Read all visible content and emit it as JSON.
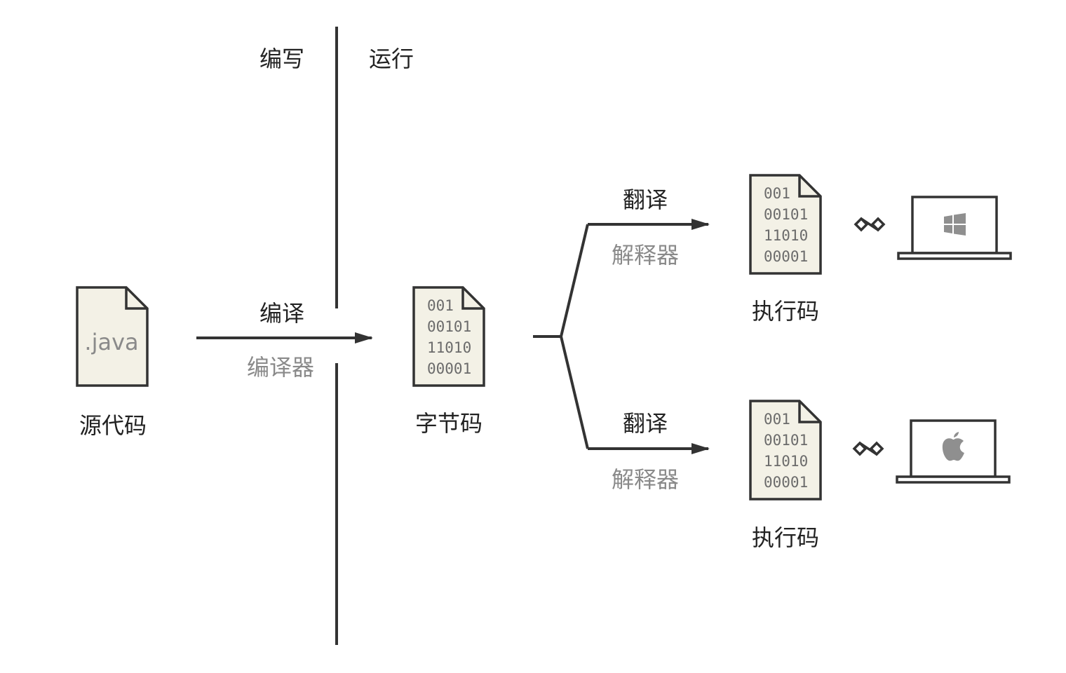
{
  "phases": {
    "write": "编写",
    "run": "运行"
  },
  "source": {
    "file_ext": ".java",
    "label": "源代码"
  },
  "compile": {
    "action": "编译",
    "tool": "编译器"
  },
  "bytecode": {
    "lines": [
      "001",
      "00101",
      "11010",
      "00001"
    ],
    "label": "字节码"
  },
  "branches": [
    {
      "action": "翻译",
      "tool": "解释器",
      "exec_lines": [
        "001",
        "00101",
        "11010",
        "00001"
      ],
      "exec_label": "执行码",
      "platform_icon": "windows-logo-icon"
    },
    {
      "action": "翻译",
      "tool": "解释器",
      "exec_lines": [
        "001",
        "00101",
        "11010",
        "00001"
      ],
      "exec_label": "执行码",
      "platform_icon": "apple-logo-icon"
    }
  ],
  "colors": {
    "stroke": "#333333",
    "doc_fill": "#f3f1e6",
    "gray_text": "#8a8a8a",
    "logo_gray": "#8f8f8f"
  }
}
